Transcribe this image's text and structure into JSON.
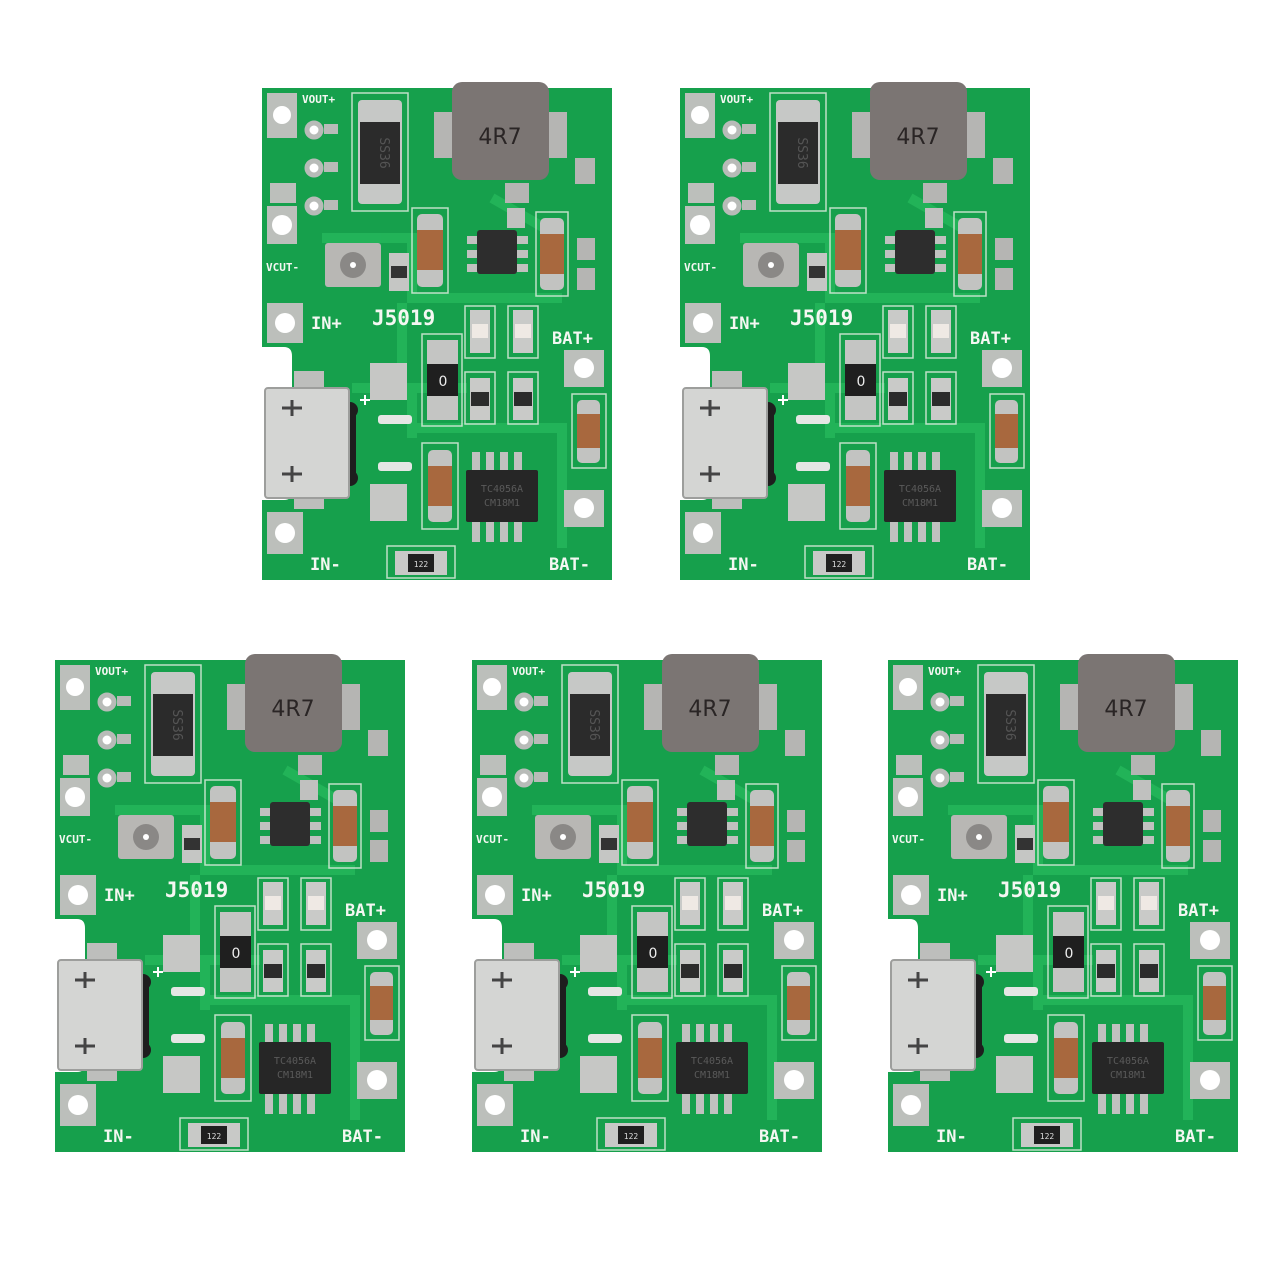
{
  "product": {
    "board_count": 5,
    "colors": {
      "pcb": "#16a04c",
      "trace": "#22b65a",
      "pad": "#b9bcb8",
      "inductor": "#7d7675",
      "capacitor": "#a8683e"
    },
    "silkscreen": {
      "vout_plus": "VOUT+",
      "vout_minus": "VCUT-",
      "in_plus": "IN+",
      "in_minus": "IN-",
      "bat_plus": "BAT+",
      "bat_minus": "BAT-",
      "board_id": "J5019"
    },
    "components": {
      "inductor_marking": "4R7",
      "diode_marking": "SS36",
      "resistor_marking": "122",
      "zero_ohm_marking": "0",
      "charger_ic_marking": "TC4056A",
      "charger_ic_line2": "CM18M1"
    }
  }
}
